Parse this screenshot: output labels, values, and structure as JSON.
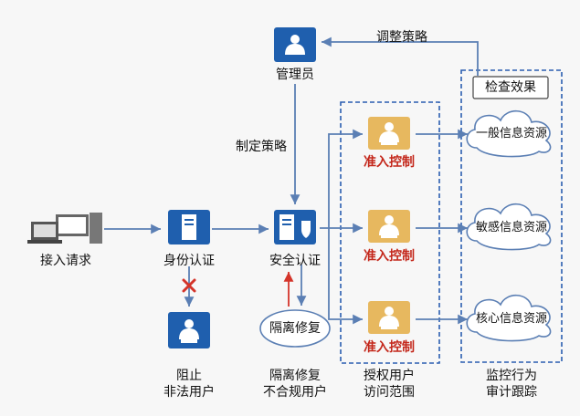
{
  "labels": {
    "admin": "管理员",
    "adjust_policy": "调整策略",
    "set_policy": "制定策略",
    "check_result": "检查效果",
    "access_request": "接入请求",
    "identity_auth": "身份认证",
    "security_auth": "安全认证",
    "isolate_repair": "隔离修复",
    "admission_1": "准入控制",
    "admission_2": "准入控制",
    "admission_3": "准入控制",
    "cloud_general": "一般信息资源",
    "cloud_sensitive": "敏感信息资源",
    "cloud_core": "核心信息资源",
    "bottom_block_1": "阻止",
    "bottom_block_2": "非法用户",
    "bottom_isolate_1": "隔离修复",
    "bottom_isolate_2": "不合规用户",
    "bottom_auth_1": "授权用户",
    "bottom_auth_2": "访问范围",
    "bottom_monitor_1": "监控行为",
    "bottom_monitor_2": "审计跟踪"
  },
  "colors": {
    "blue_icon": "#1f5fae",
    "gold_icon": "#e7b85f",
    "arrow_blue": "#5b7fb4",
    "arrow_red": "#d4342a",
    "label_red": "#c4281c"
  },
  "icons": [
    "laptop-icon",
    "user-icon",
    "server-icon",
    "shield-icon",
    "cloud-icon",
    "cross-icon"
  ]
}
